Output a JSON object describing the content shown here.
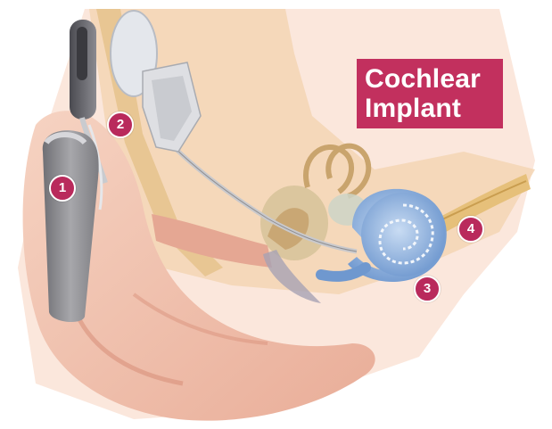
{
  "title": {
    "line1": "Cochlear",
    "line2": "Implant"
  },
  "markers": [
    {
      "label": "1"
    },
    {
      "label": "2"
    },
    {
      "label": "3"
    },
    {
      "label": "4"
    }
  ],
  "colors": {
    "accent": "#c2305e",
    "marker": "#b92a5c",
    "skin": "#f2c4b2",
    "cochlea": "#8fb3e0",
    "bone": "#e8c98a"
  }
}
